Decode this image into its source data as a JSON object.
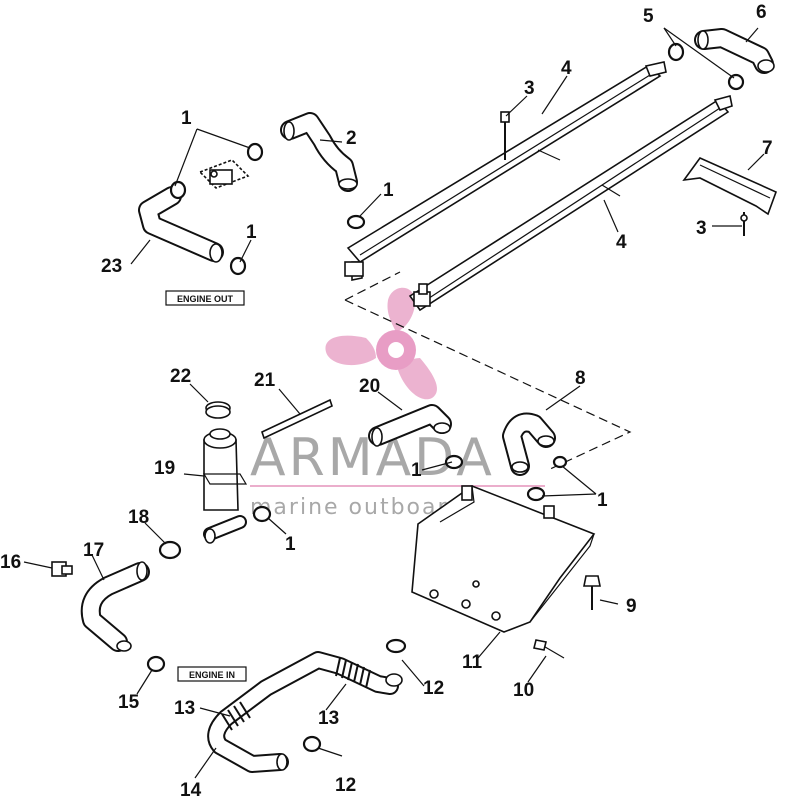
{
  "labels": {
    "engine_out": "ENGINE OUT",
    "engine_in": "ENGINE IN"
  },
  "callouts": {
    "c1a": "1",
    "c1b": "1",
    "c1c": "1",
    "c1d": "1",
    "c1e": "1",
    "c1f": "1",
    "c2": "2",
    "c3a": "3",
    "c3b": "3",
    "c4a": "4",
    "c4b": "4",
    "c5": "5",
    "c6": "6",
    "c7": "7",
    "c8": "8",
    "c9": "9",
    "c10": "10",
    "c11": "11",
    "c12a": "12",
    "c12b": "12",
    "c13a": "13",
    "c13b": "13",
    "c14": "14",
    "c15": "15",
    "c16": "16",
    "c17": "17",
    "c18": "18",
    "c19": "19",
    "c20": "20",
    "c21": "21",
    "c22": "22",
    "c23": "23"
  },
  "watermark": {
    "brand": "ARMADA",
    "tagline": "marine outboards",
    "brand_color": "#9a9a9a",
    "accent_color": "#e8a0c4"
  }
}
